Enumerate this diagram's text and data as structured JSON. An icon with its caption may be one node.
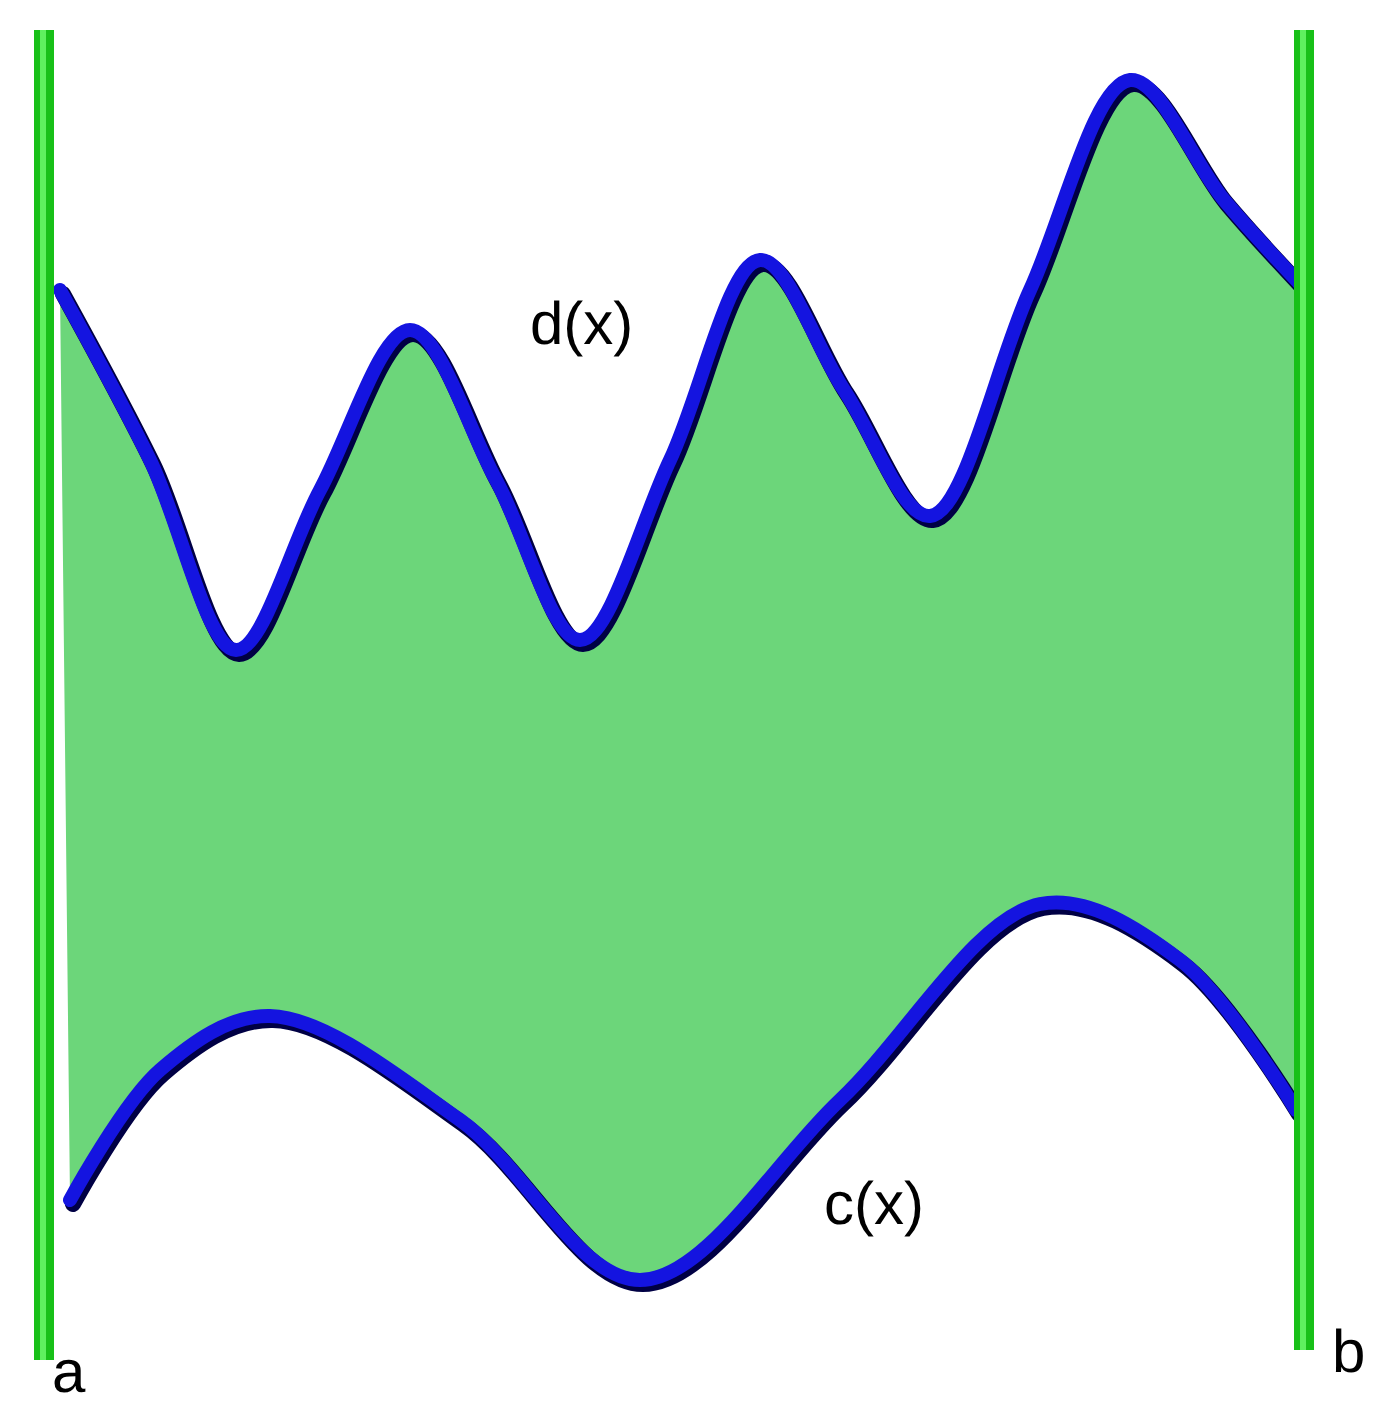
{
  "diagram": {
    "labels": [
      "d(x)",
      "c(x)",
      "a",
      "b"
    ]
  }
}
